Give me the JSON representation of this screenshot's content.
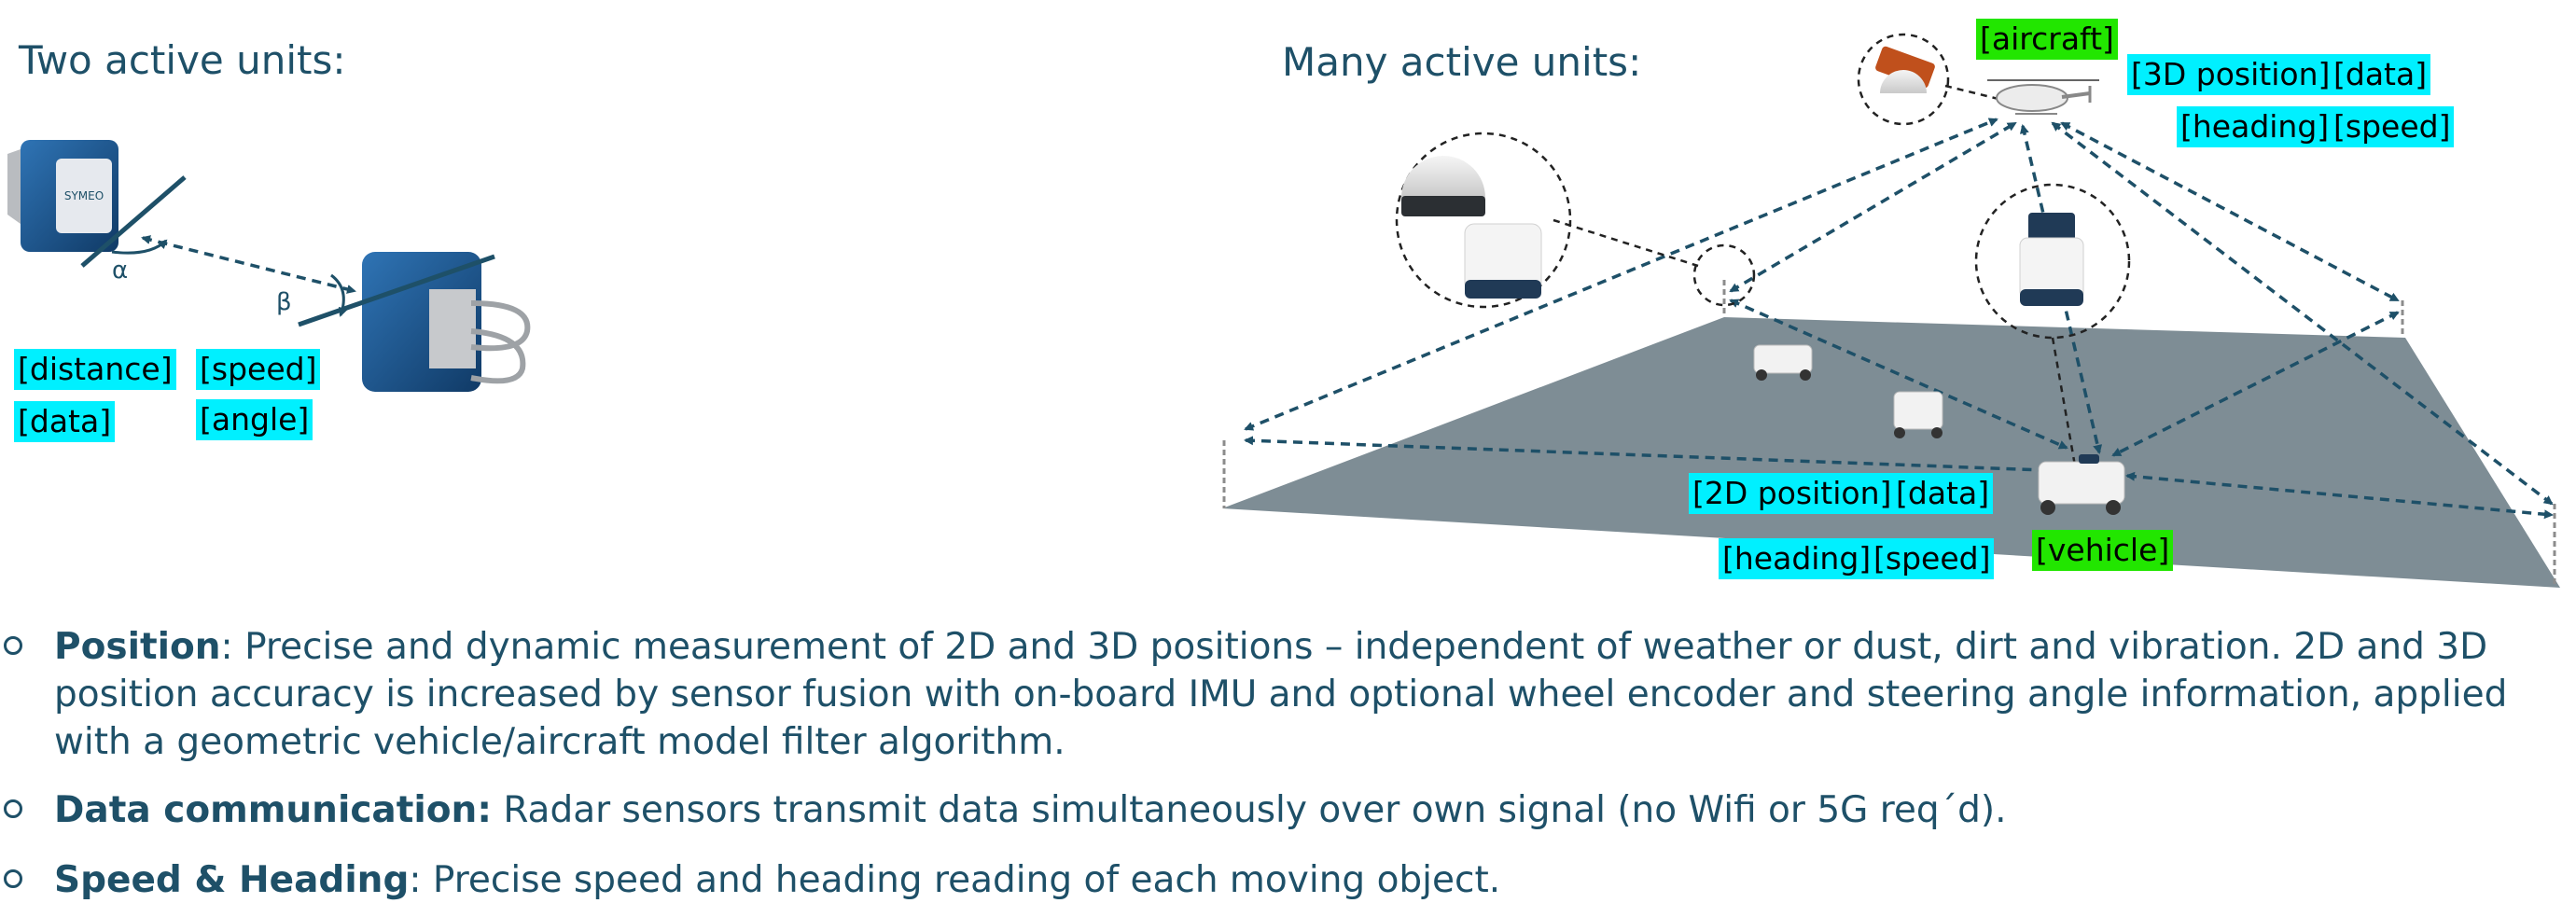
{
  "left_heading": "Two active units:",
  "right_heading": "Many active units:",
  "left_tags": {
    "distance": "[distance]",
    "speed": "[speed]",
    "data": "[data]",
    "angle": "[angle]"
  },
  "angle_labels": {
    "alpha": "α",
    "beta": "β"
  },
  "aircraft_tags": {
    "name": "[aircraft]",
    "position": "[3D position]",
    "data": "[data]",
    "heading": "[heading]",
    "speed": "[speed]"
  },
  "vehicle_tags": {
    "position": "[2D position]",
    "data": "[data]",
    "heading": "[heading]",
    "speed": "[speed]",
    "name": "[vehicle]"
  },
  "device_logo_text": "SYMEO",
  "bullets": [
    {
      "title": "Position",
      "text": ": Precise and dynamic measurement of 2D and 3D positions – independent of weather or dust, dirt and vibration. 2D and 3D position accuracy is increased by sensor fusion with on-board IMU and optional wheel encoder and steering angle information, applied with a geometric vehicle/aircraft model filter algorithm."
    },
    {
      "title": "Data communication:",
      "text": " Radar sensors transmit data simultaneously over own signal (no Wifi or 5G req´d)."
    },
    {
      "title": "Speed & Heading",
      "text": ": Precise speed and heading reading of each moving object."
    }
  ],
  "colors": {
    "text": "#1e5068",
    "tag_cyan": "#00f0ff",
    "tag_green": "#22e600",
    "ground": "#7e8d95",
    "arrow": "#1e5068"
  }
}
